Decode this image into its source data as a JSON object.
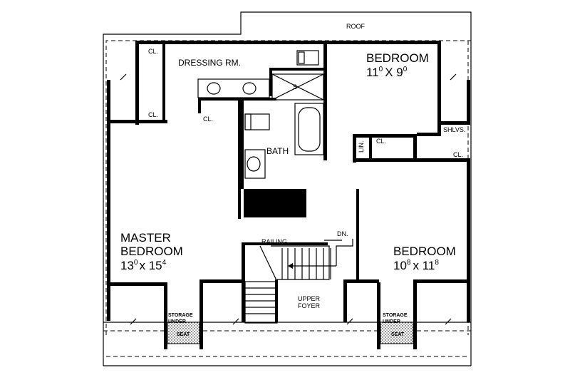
{
  "plan": {
    "roof_label": "ROOF",
    "dressing_label": "DRESSING RM.",
    "closets": {
      "dress_top": "CL.",
      "dress_bottom": "CL.",
      "hall": "CL.",
      "bedroom_top": "CL.",
      "right": "CL."
    },
    "shelves_label": "SHLVS.",
    "linen_label": "LIN.",
    "shower_label": "S",
    "bath_label": "BATH",
    "bedroom_top": {
      "name": "BEDROOM",
      "base1": "11",
      "sup1": "0",
      "mid": "X 9",
      "sup2": "0"
    },
    "master": {
      "line1": "MASTER",
      "line2": "BEDROOM",
      "base1": "13",
      "sup1": "0",
      "mid": "x 15",
      "sup2": "4"
    },
    "bedroom_right": {
      "name": "BEDROOM",
      "base1": "10",
      "sup1": "8",
      "mid": "x 11",
      "sup2": "8"
    },
    "railing_label": "RAILING",
    "down_label": "DN.",
    "foyer": {
      "line1": "UPPER",
      "line2": "FOYER"
    },
    "storage_left": {
      "line1": "STORAGE",
      "line2": "UNDER",
      "seat": "SEAT"
    },
    "storage_right": {
      "line1": "STORAGE",
      "line2": "UNDER",
      "seat": "SEAT"
    }
  }
}
